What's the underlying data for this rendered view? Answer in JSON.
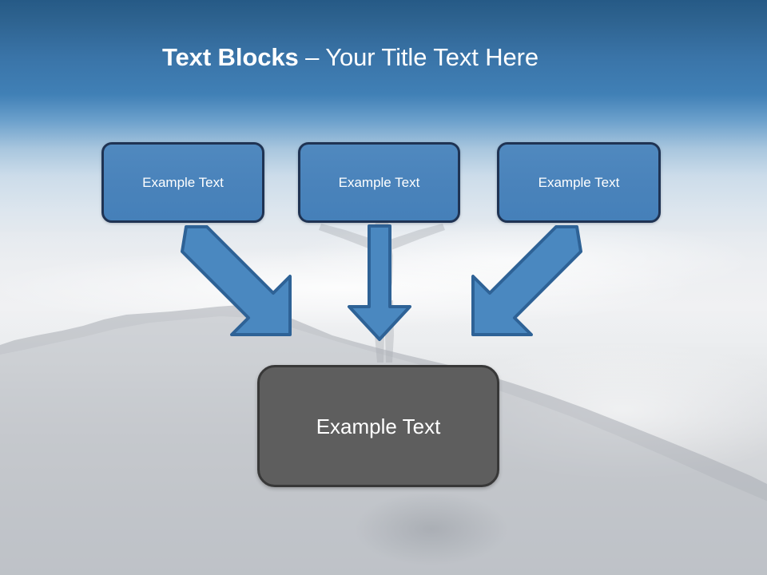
{
  "slide": {
    "title": {
      "bold_part": "Text Blocks",
      "separator": " – ",
      "light_part": "Your Title Text Here",
      "full": "Text Blocks – Your Title Text Here"
    },
    "theme": {
      "title_color": "#FFFFFF",
      "sky_top_color": "#265A86",
      "sky_mid_color": "#4080B6",
      "background_low_color": "#C8CBD0",
      "box_fill": "#4A83BB",
      "box_border": "#1F3353",
      "box_text_color": "#FFFFFF",
      "result_fill": "#5E5E5E",
      "result_border": "#383838",
      "arrow_fill": "#4A88C0",
      "arrow_border": "#2E6296"
    },
    "blocks": [
      {
        "id": "block-1",
        "label": "Example Text",
        "position": "left"
      },
      {
        "id": "block-2",
        "label": "Example Text",
        "position": "center"
      },
      {
        "id": "block-3",
        "label": "Example Text",
        "position": "right"
      }
    ],
    "result_block": {
      "id": "result-block",
      "label": "Example Text"
    },
    "arrows": [
      {
        "id": "arrow-left",
        "icon": "arrow-down-right-icon",
        "from": "block-1",
        "to": "result-block"
      },
      {
        "id": "arrow-center",
        "icon": "arrow-down-icon",
        "from": "block-2",
        "to": "result-block"
      },
      {
        "id": "arrow-right",
        "icon": "arrow-down-left-icon",
        "from": "block-3",
        "to": "result-block"
      }
    ],
    "background": {
      "scene": "mountain-clouds-photo",
      "figure": "person-silhouette-arms-raised"
    }
  }
}
